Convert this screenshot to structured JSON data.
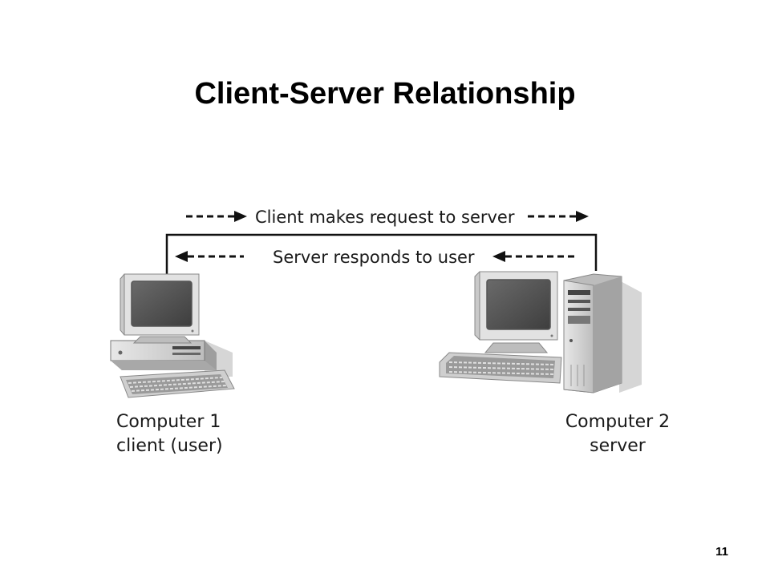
{
  "slide": {
    "title": "Client-Server Relationship",
    "page_number": "11"
  },
  "diagram": {
    "request_label": "Client makes request to server",
    "response_label": "Server responds to user",
    "client": {
      "line1": "Computer 1",
      "line2": "client (user)"
    },
    "server": {
      "line1": "Computer 2",
      "line2": "server"
    }
  }
}
